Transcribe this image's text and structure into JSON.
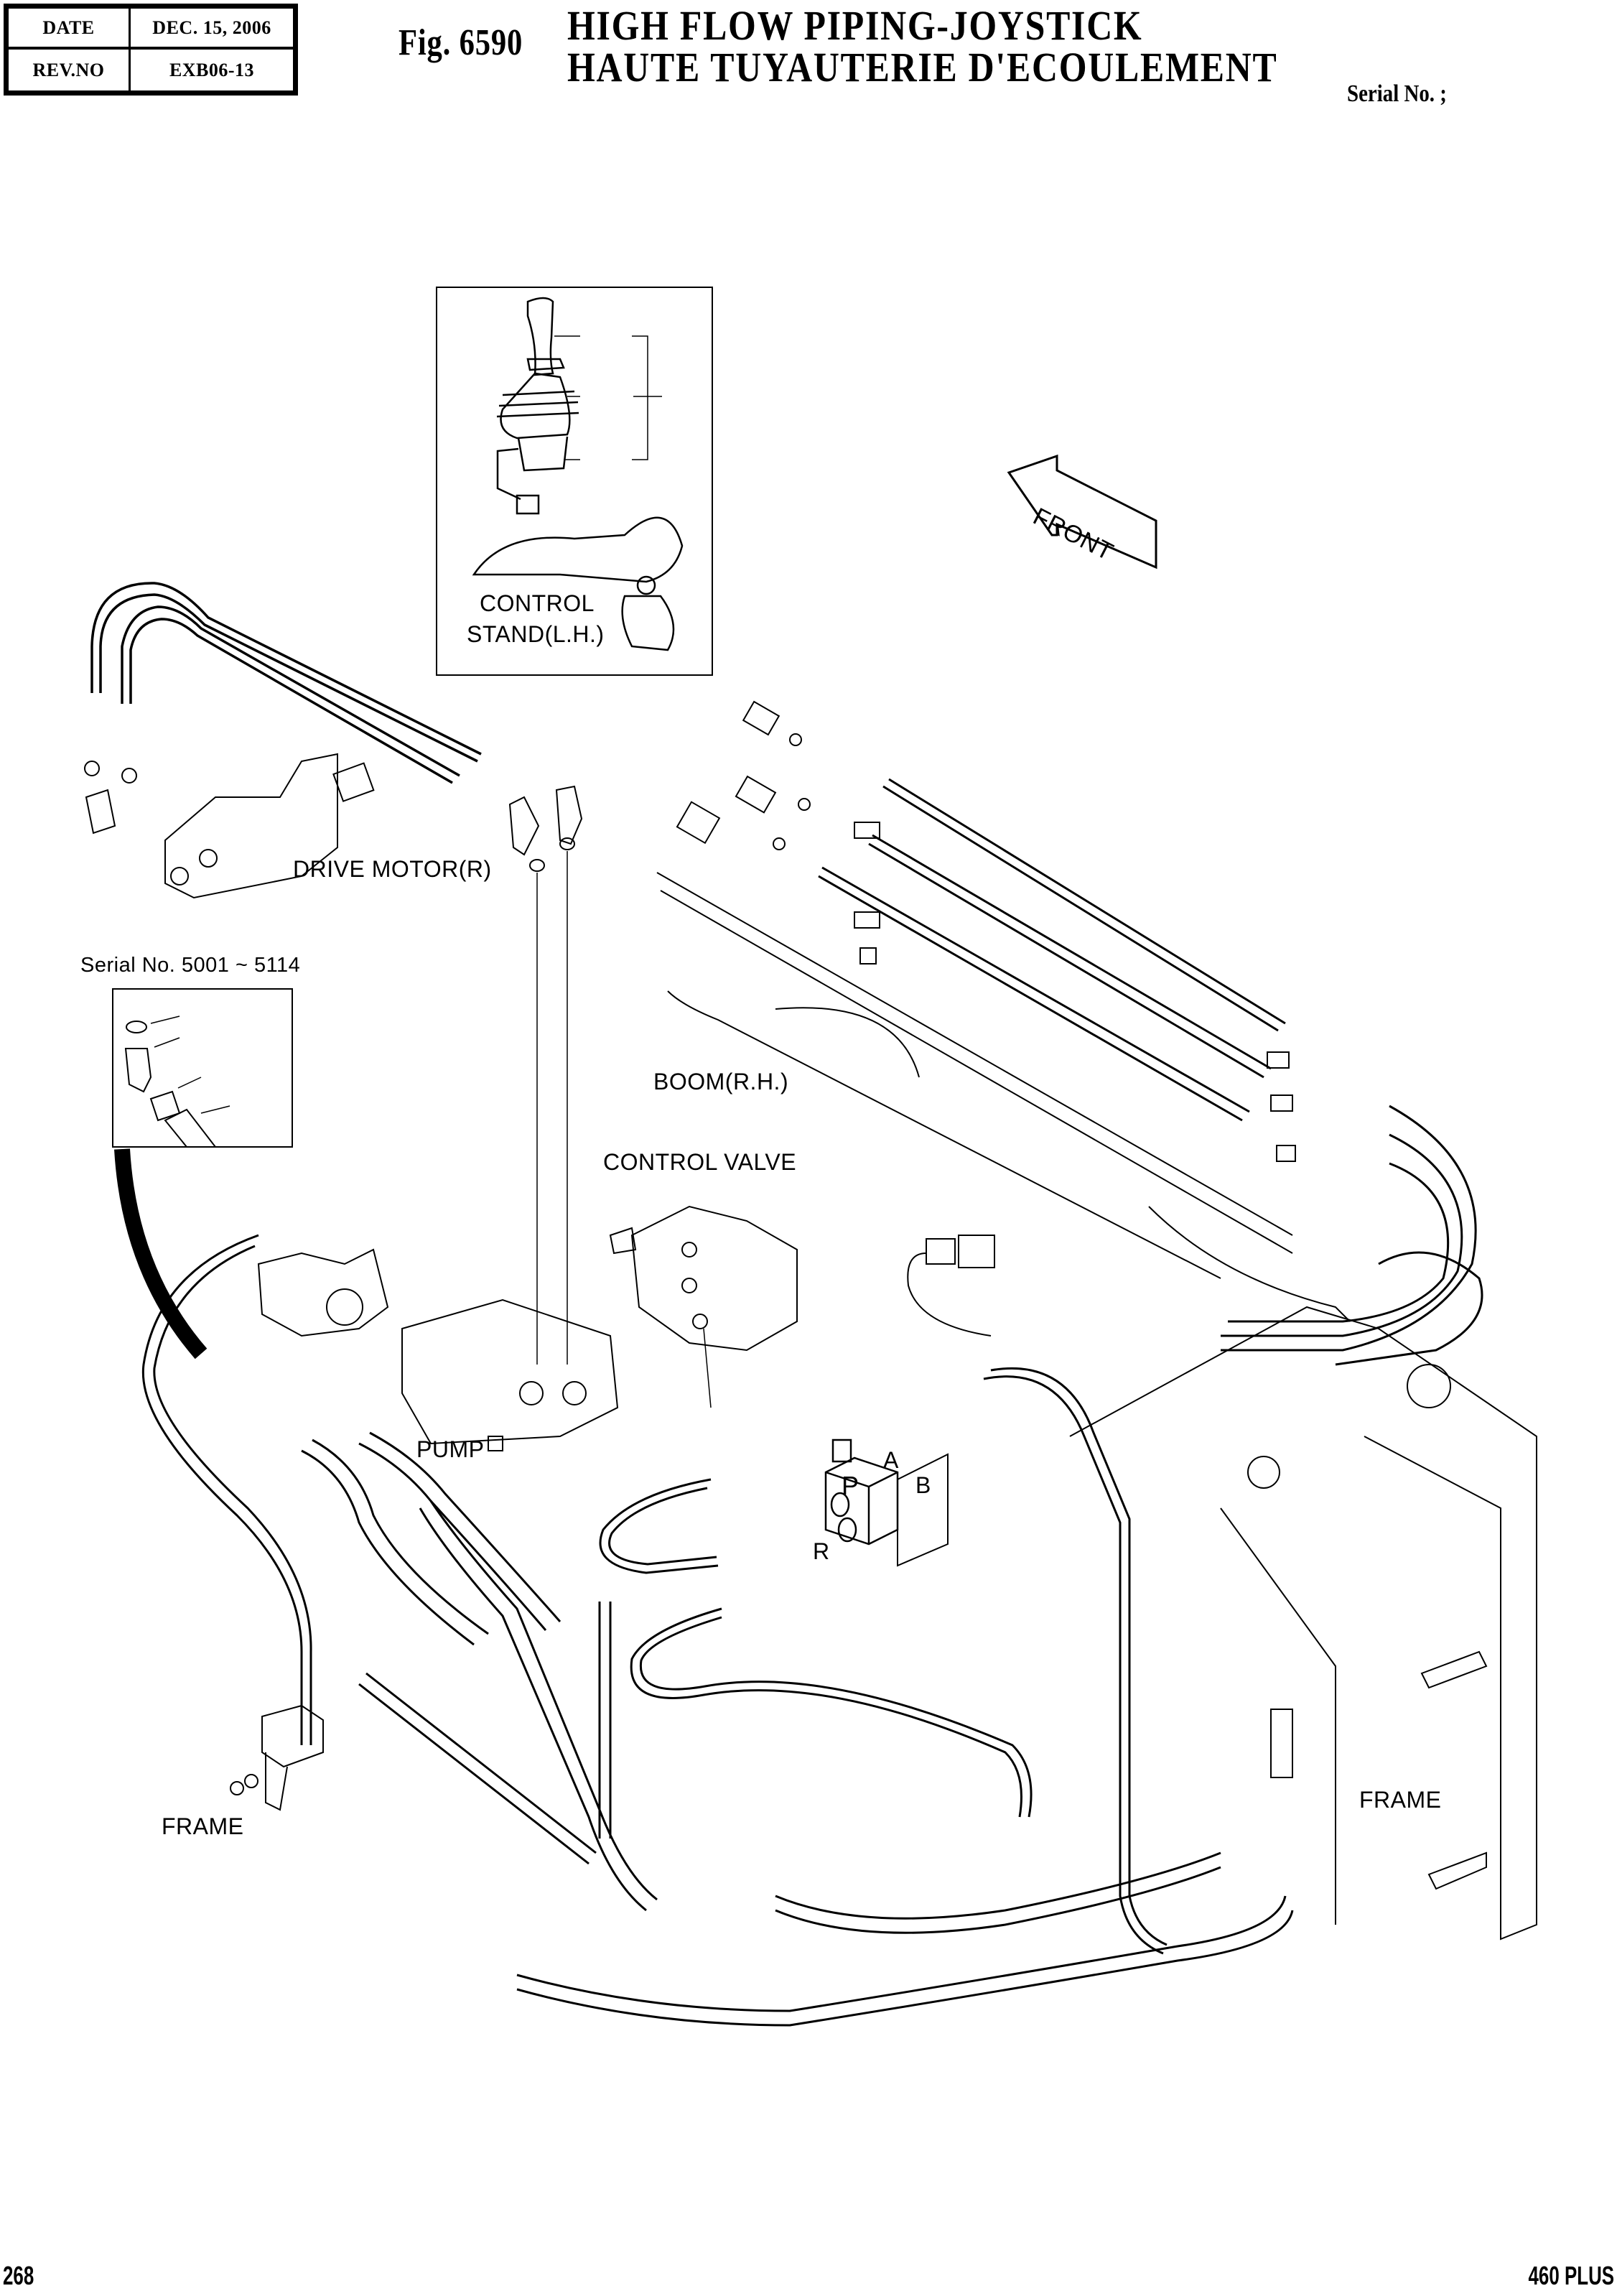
{
  "header": {
    "date_label": "DATE",
    "date_value": "DEC. 15, 2006",
    "rev_label": "REV.NO",
    "rev_value": "EXB06-13",
    "figure_number": "Fig. 6590",
    "title_english": "HIGH FLOW PIPING-JOYSTICK",
    "title_french": "HAUTE TUYAUTERIE D'ECOULEMENT",
    "serial_label": "Serial No. ;"
  },
  "callouts": {
    "control_stand": [
      "CONTROL",
      "STAND(L.H.)"
    ],
    "front_arrow": "FRONT",
    "drive_motor": "DRIVE MOTOR(R)",
    "serial_inset": "Serial No. 5001 ~ 5114",
    "boom": "BOOM(R.H.)",
    "control_valve": "CONTROL VALVE",
    "pump": "PUMP",
    "port_a": "A",
    "port_b": "B",
    "port_p": "P",
    "port_r": "R",
    "frame_left": "FRAME",
    "frame_right": "FRAME"
  },
  "footer": {
    "page_number": "268",
    "model": "460 PLUS"
  }
}
